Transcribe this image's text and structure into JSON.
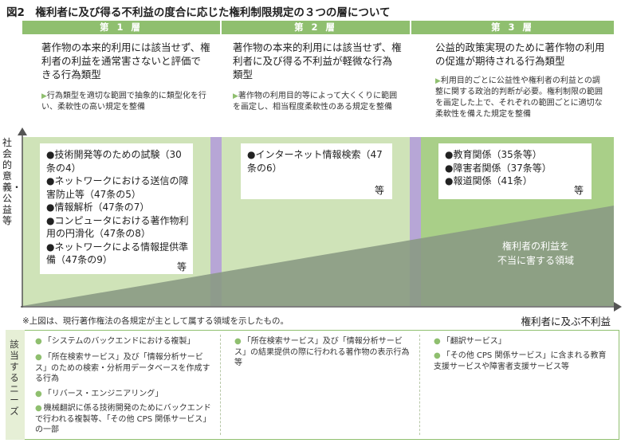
{
  "figure": {
    "title": "図2　権利者に及び得る不利益の度合に応じた権利制限規定の３つの層について"
  },
  "layers": [
    {
      "header": "第 1 層",
      "title": "著作物の本来的利用には該当せず、権利者の利益を通常害さないと評価できる行為類型",
      "desc": "行為類型を適切な範囲で抽象的に類型化を行い、柔軟性の高い規定を整備",
      "items": [
        "●技術開発等のための試験（30条の4）",
        "●ネットワークにおける送信の障害防止等（47条の5）",
        "●情報解析（47条の7）",
        "●コンピュータにおける著作物利用の円滑化（47条の8）",
        "●ネットワークによる情報提供準備（47条の9）"
      ],
      "etc": "等"
    },
    {
      "header": "第 2 層",
      "title": "著作物の本来的利用には該当せず、権利者に及び得る不利益が軽微な行為類型",
      "desc": "著作物の利用目的等によって大くくりに範囲を画定し、相当程度柔軟性のある規定を整備",
      "items": [
        "●インターネット情報検索（47条の6）"
      ],
      "etc": "等"
    },
    {
      "header": "第 3 層",
      "title": "公益的政策実現のために著作物の利用の促進が期待される行為類型",
      "desc": "利用目的ごとに公益性や権利者の利益との調整に関する政治的判断が必要。権利制限の範囲を画定した上で、それぞれの範囲ごとに適切な柔軟性を備えた規定を整備",
      "items": [
        "●教育関係（35条等）",
        "●障害者関係（37条等）",
        "●報道関係（41条）"
      ],
      "etc": "等"
    }
  ],
  "axes": {
    "y_label": "社会的意義・公益等",
    "x_label": "権利者に及ぶ不利益"
  },
  "harm_region": {
    "label_line1": "権利者の利益を",
    "label_line2": "不当に害する領域"
  },
  "footnote": "※上図は、現行著作権法の各規定が主として属する領域を示したもの。",
  "needs": {
    "label": "該当するニーズ",
    "columns": [
      [
        "「システムのバックエンドにおける複製」",
        "「所在検索サービス」及び「情報分析サービス」のための検索・分析用データベースを作成する行為",
        "「リバース・エンジニアリング」",
        "機械翻訳に係る技術開発のためにバックエンドで行われる複製等、「その他 CPS 関係サービス」の一部"
      ],
      [
        "「所在検索サービス」及び「情報分析サービス」の結果提供の際に行われる著作物の表示行為等"
      ],
      [
        "「翻訳サービス」",
        "「その他 CPS 関係サービス」に含まれる教育支援サービスや障害者支援サービス等"
      ]
    ]
  },
  "colors": {
    "accent_green": "#8fbf6f",
    "light_green": "#cfe3b8",
    "mid_green": "#a9cf88",
    "purple": "#b7a6d6",
    "harm_gray": "#8a9a84"
  }
}
